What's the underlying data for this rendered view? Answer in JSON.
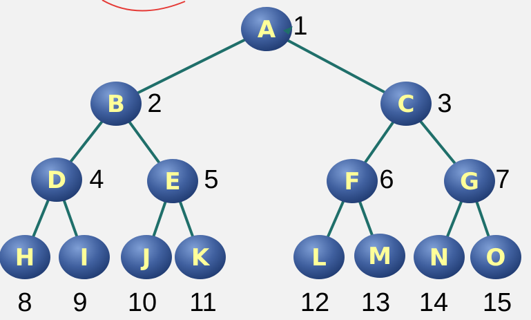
{
  "colors": {
    "background": "#f2f2f2",
    "edge": "#1f6f6a",
    "node_fill_light": "#6f8fc8",
    "node_fill_dark": "#243f78",
    "node_text": "#ffff99",
    "index_text": "#000000",
    "annotation": "#e53935"
  },
  "tree": {
    "nodes": [
      {
        "letter": "A",
        "index": "1"
      },
      {
        "letter": "B",
        "index": "2"
      },
      {
        "letter": "C",
        "index": "3"
      },
      {
        "letter": "D",
        "index": "4"
      },
      {
        "letter": "E",
        "index": "5"
      },
      {
        "letter": "F",
        "index": "6"
      },
      {
        "letter": "G",
        "index": "7"
      },
      {
        "letter": "H",
        "index": "8"
      },
      {
        "letter": "I",
        "index": "9"
      },
      {
        "letter": "J",
        "index": "10"
      },
      {
        "letter": "K",
        "index": "11"
      },
      {
        "letter": "L",
        "index": "12"
      },
      {
        "letter": "M",
        "index": "13"
      },
      {
        "letter": "N",
        "index": "14"
      },
      {
        "letter": "O",
        "index": "15"
      }
    ],
    "edges": [
      [
        "A",
        "B"
      ],
      [
        "A",
        "C"
      ],
      [
        "B",
        "D"
      ],
      [
        "B",
        "E"
      ],
      [
        "C",
        "F"
      ],
      [
        "C",
        "G"
      ],
      [
        "D",
        "H"
      ],
      [
        "D",
        "I"
      ],
      [
        "E",
        "J"
      ],
      [
        "E",
        "K"
      ],
      [
        "F",
        "L"
      ],
      [
        "F",
        "M"
      ],
      [
        "G",
        "N"
      ],
      [
        "G",
        "O"
      ]
    ]
  }
}
